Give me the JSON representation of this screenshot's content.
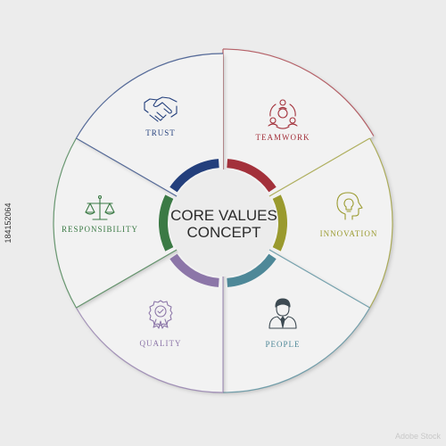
{
  "title_lines": [
    "CORE VALUES",
    "CONCEPT"
  ],
  "segments": [
    {
      "label": "TEAMWORK",
      "color": "#a3313b",
      "icon": "teamwork-icon"
    },
    {
      "label": "INNOVATION",
      "color": "#9a9a2e",
      "icon": "head-lightbulb-icon"
    },
    {
      "label": "PEOPLE",
      "color": "#4e8898",
      "icon": "businessman-icon"
    },
    {
      "label": "QUALITY",
      "color": "#8c76a8",
      "icon": "quality-badge-icon"
    },
    {
      "label": "RESPONSIBILITY",
      "color": "#3b7a45",
      "icon": "scales-icon"
    },
    {
      "label": "TRUST",
      "color": "#233f7c",
      "icon": "handshake-icon"
    }
  ],
  "stock_id": "184152064",
  "watermark": "Adobe Stock"
}
